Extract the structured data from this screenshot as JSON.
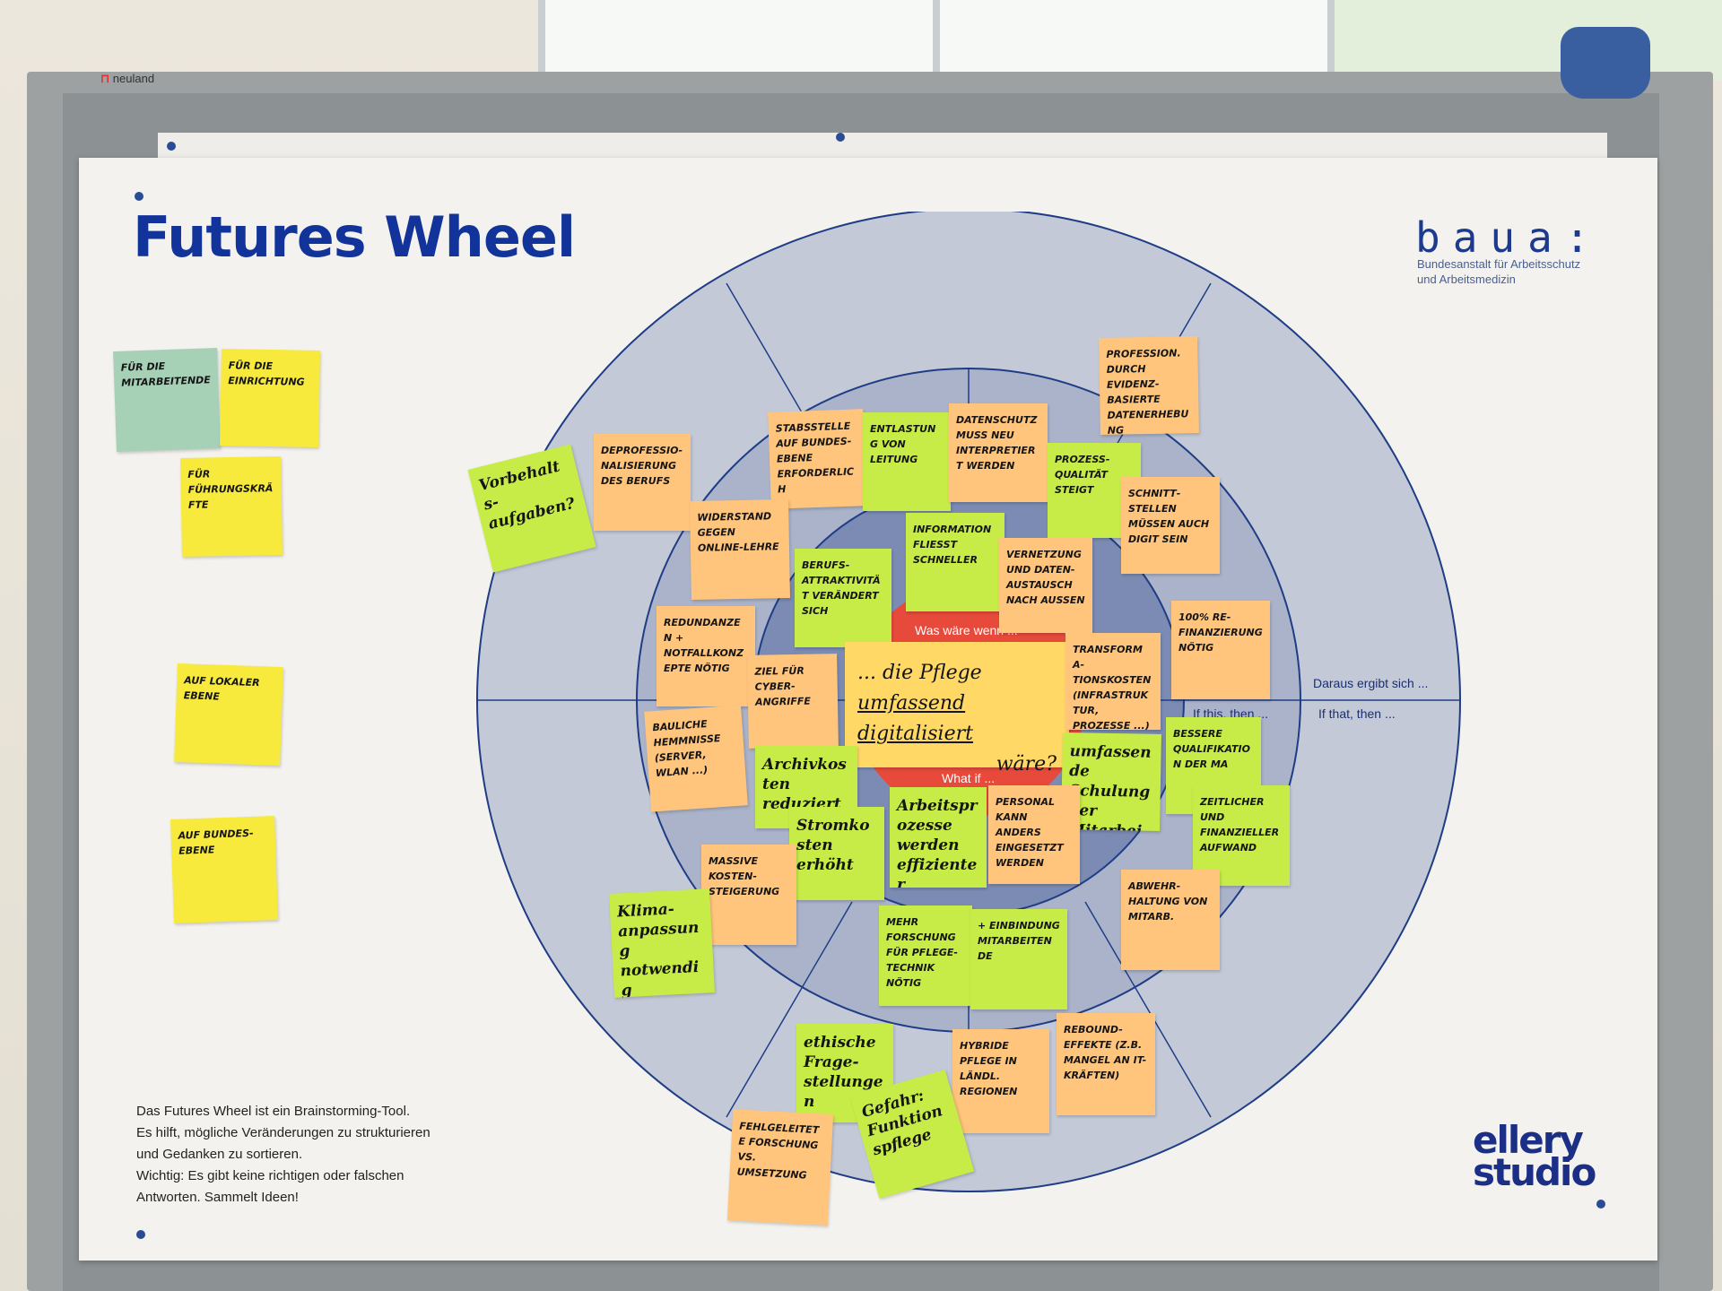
{
  "frame": {
    "brand": "neuland"
  },
  "poster": {
    "title": "Futures Wheel",
    "logo": {
      "mark": "baua:",
      "line1": "Bundesanstalt für Arbeitsschutz",
      "line2": "und Arbeitsmedizin"
    },
    "studio_logo": {
      "line1": "ellery",
      "line2": "studio"
    },
    "caption_lines": [
      "Das Futures Wheel ist ein Brainstorming-Tool.",
      "Es hilft, mögliche Veränderungen zu strukturieren",
      "und Gedanken zu sortieren.",
      "Wichtig: Es gibt keine richtigen oder falschen",
      "Antworten. Sammelt Ideen!"
    ]
  },
  "wheel": {
    "center_top": "Was wäre wenn ...",
    "center_bottom": "What if ...",
    "ring_label_1": "If this, then ...",
    "ring_label_2_de": "Daraus ergibt sich ...",
    "ring_label_2_en": "If that, then ...",
    "colors": {
      "outer": "#c3c9d6",
      "middle": "#aab3c9",
      "inner": "#7b8bb3",
      "center": "#e74a3b",
      "lines": "#1f3d86"
    }
  },
  "central_note": {
    "line1": "... die Pflege",
    "line2": "umfassend digitalisiert",
    "line3": "wäre?"
  },
  "left_notes": [
    {
      "text": "für die Mitarbeitende",
      "color": "teal"
    },
    {
      "text": "für die Einrichtung",
      "color": "yellow"
    },
    {
      "text": "für Führungskräfte",
      "color": "yellow"
    },
    {
      "text": "auf lokaler Ebene",
      "color": "yellow"
    },
    {
      "text": "auf Bundes-Ebene",
      "color": "yellow"
    }
  ],
  "notes": [
    {
      "text": "Vorbehalts­aufgaben?",
      "color": "green",
      "style": "big"
    },
    {
      "text": "Deprofessio­nalisierung des Berufs",
      "color": "orange"
    },
    {
      "text": "Stabsstelle auf Bundes­ebene erforderlich",
      "color": "orange"
    },
    {
      "text": "Entlastung von Leitung",
      "color": "green"
    },
    {
      "text": "Datenschutz muss neu interpretiert werden",
      "color": "orange"
    },
    {
      "text": "Profession. durch evidenz­basierte Datenerhebung",
      "color": "orange"
    },
    {
      "text": "Prozess­qualität steigt",
      "color": "green"
    },
    {
      "text": "Widerstand gegen Online-Lehre",
      "color": "orange"
    },
    {
      "text": "Information fliesst schneller",
      "color": "green"
    },
    {
      "text": "Schnitt­stellen müssen auch digit sein",
      "color": "orange"
    },
    {
      "text": "Berufs­attraktivität verändert sich",
      "color": "green"
    },
    {
      "text": "Vernetzung und Daten­austausch nach aussen",
      "color": "orange"
    },
    {
      "text": "Redundanzen + Notfallkonzepte nötig",
      "color": "orange"
    },
    {
      "text": "100% Re­finanzierung nötig",
      "color": "orange"
    },
    {
      "text": "Ziel für Cyber-Angriffe",
      "color": "orange"
    },
    {
      "text": "Transforma­tionskosten (Infrastruktur, Prozesse ...)",
      "color": "orange"
    },
    {
      "text": "Bauliche Hemmnisse (Server, WLAN ...)",
      "color": "orange"
    },
    {
      "text": "Archivkosten reduziert",
      "color": "green",
      "style": "big"
    },
    {
      "text": "umfassende Schulung der Mitarbei­tenden notwendig",
      "color": "green",
      "style": "big"
    },
    {
      "text": "Bessere Qualifikation der MA",
      "color": "green"
    },
    {
      "text": "Stromkosten erhöht",
      "color": "green",
      "style": "big"
    },
    {
      "text": "Arbeitspro­zesse werden effizienter",
      "color": "green",
      "style": "big"
    },
    {
      "text": "Personal kann anders eingesetzt werden",
      "color": "orange"
    },
    {
      "text": "Zeitlicher und finanzieller Aufwand",
      "color": "green"
    },
    {
      "text": "Massive Kosten­steigerung",
      "color": "orange"
    },
    {
      "text": "Abwehr­haltung von Mitarb.",
      "color": "orange"
    },
    {
      "text": "Klima­anpassung notwendig",
      "color": "green",
      "style": "big"
    },
    {
      "text": "Mehr Forschung für Pflege­technik nötig",
      "color": "green"
    },
    {
      "text": "+ Einbindung Mitarbeitende",
      "color": "green"
    },
    {
      "text": "ethische Frage­stellungen",
      "color": "green",
      "style": "big"
    },
    {
      "text": "Hybride Pflege in ländl. Regionen",
      "color": "orange"
    },
    {
      "text": "Rebound-Effekte (z.B. Mangel an IT-Kräften)",
      "color": "orange"
    },
    {
      "text": "Gefahr: Funktions­pflege",
      "color": "green",
      "style": "big"
    },
    {
      "text": "Fehlgeleitete Forschung vs. Umsetzung",
      "color": "orange"
    }
  ]
}
